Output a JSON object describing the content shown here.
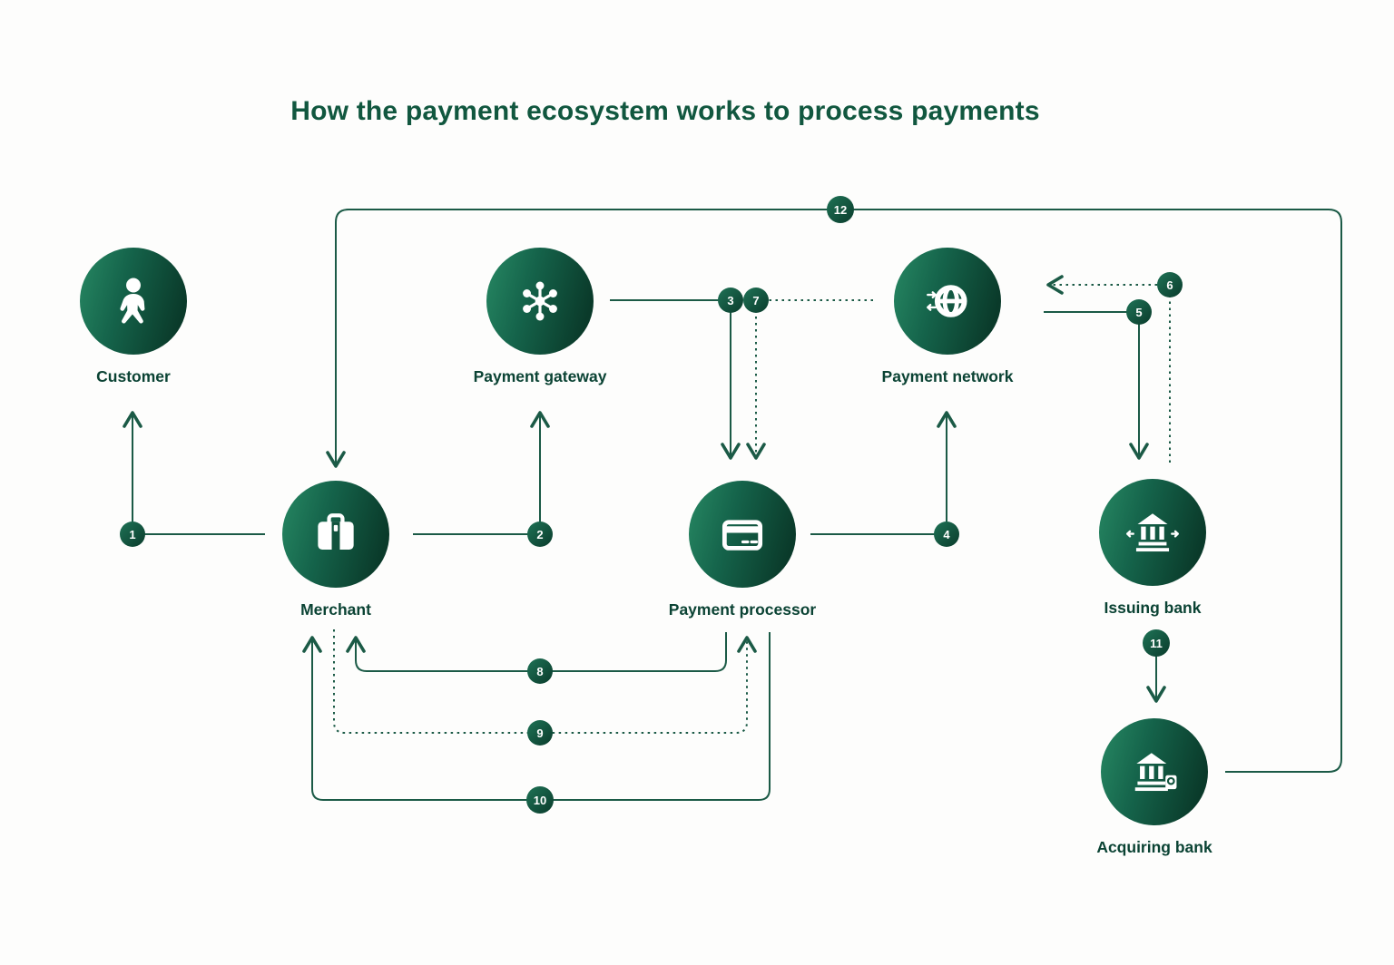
{
  "title": "How the payment ecosystem works to process payments",
  "colors": {
    "background": "#fdfdfc",
    "line": "#1b5a46",
    "node_gradient_start": "#278863",
    "node_gradient_end": "#0a3a2a",
    "badge_gradient_start": "#1f7356",
    "badge_gradient_end": "#0c4130",
    "title_text": "#11573f",
    "label_text": "#0b4334",
    "icon": "#ffffff"
  },
  "nodes": [
    {
      "id": "customer",
      "label": "Customer",
      "icon": "person-icon"
    },
    {
      "id": "payment-gateway",
      "label": "Payment gateway",
      "icon": "network-hub-icon"
    },
    {
      "id": "payment-network",
      "label": "Payment network",
      "icon": "globe-transfer-icon"
    },
    {
      "id": "merchant",
      "label": "Merchant",
      "icon": "briefcase-icon"
    },
    {
      "id": "payment-processor",
      "label": "Payment processor",
      "icon": "credit-card-icon"
    },
    {
      "id": "issuing-bank",
      "label": "Issuing bank",
      "icon": "bank-transfer-icon"
    },
    {
      "id": "acquiring-bank",
      "label": "Acquiring bank",
      "icon": "bank-coin-icon"
    }
  ],
  "steps": [
    {
      "number": "1",
      "from": "Merchant",
      "to": "Customer",
      "line": "solid"
    },
    {
      "number": "2",
      "from": "Merchant",
      "to": "Payment gateway",
      "line": "solid"
    },
    {
      "number": "3",
      "from": "Payment gateway",
      "to": "Payment processor",
      "line": "solid"
    },
    {
      "number": "4",
      "from": "Payment processor",
      "to": "Payment network",
      "line": "solid"
    },
    {
      "number": "5",
      "from": "Payment network",
      "to": "Issuing bank",
      "line": "solid"
    },
    {
      "number": "6",
      "from": "Issuing bank",
      "to": "Payment network",
      "line": "dashed"
    },
    {
      "number": "7",
      "from": "Payment network",
      "to": "Payment processor",
      "line": "dashed"
    },
    {
      "number": "8",
      "from": "Payment processor",
      "to": "Merchant",
      "line": "solid"
    },
    {
      "number": "9",
      "from": "Merchant",
      "to": "Payment processor",
      "line": "dashed"
    },
    {
      "number": "10",
      "from": "Payment processor",
      "to": "Merchant",
      "line": "solid"
    },
    {
      "number": "11",
      "from": "Issuing bank",
      "to": "Acquiring bank",
      "line": "solid"
    },
    {
      "number": "12",
      "from": "Acquiring bank",
      "to": "Merchant",
      "line": "solid"
    }
  ]
}
